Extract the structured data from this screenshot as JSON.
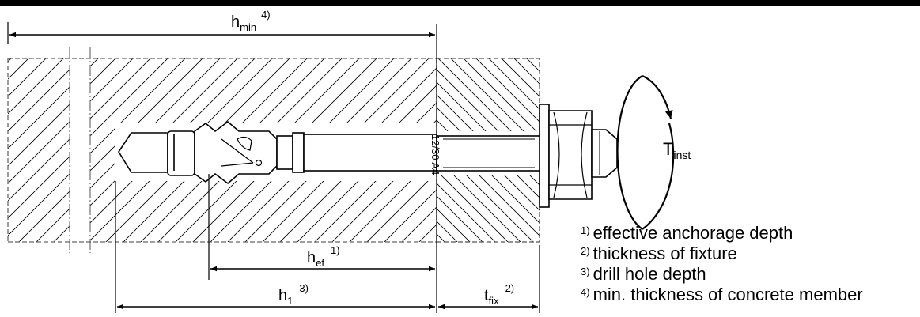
{
  "labels": {
    "h_min": {
      "main": "h",
      "sub": "min",
      "sup": "4)"
    },
    "h_ef": {
      "main": "h",
      "sub": "ef",
      "sup": "1)"
    },
    "h_1": {
      "main": "h",
      "sub": "1",
      "sup": "3)"
    },
    "t_fix": {
      "main": "t",
      "sub": "fix",
      "sup": "2)"
    },
    "t_inst": {
      "main": "T",
      "sub": "inst"
    },
    "bolt_marking": "12/30 A4"
  },
  "notes": [
    {
      "sup": "1)",
      "text": "effective anchorage depth"
    },
    {
      "sup": "2)",
      "text": "thickness of fixture"
    },
    {
      "sup": "3)",
      "text": "drill hole depth"
    },
    {
      "sup": "4)",
      "text": "min. thickness of concrete member"
    }
  ]
}
